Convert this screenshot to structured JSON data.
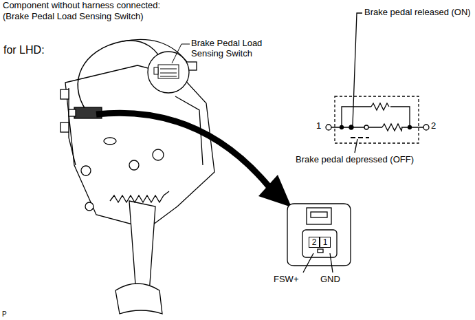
{
  "diagram": {
    "nodes": [
      {
        "text": [
          "2"
        ]
      },
      {
        "text": [
          "1"
        ]
      }
    ],
    "labels": [
      "Component without harness connected:",
      "(Brake Pedal Load Sensing Switch)",
      "for LHD:",
      "Brake Pedal Load Sensing Switch",
      "Brake pedal released (ON)",
      "1",
      "2",
      "Brake pedal depressed (OFF)",
      "FSW+",
      "GND",
      "P"
    ]
  }
}
